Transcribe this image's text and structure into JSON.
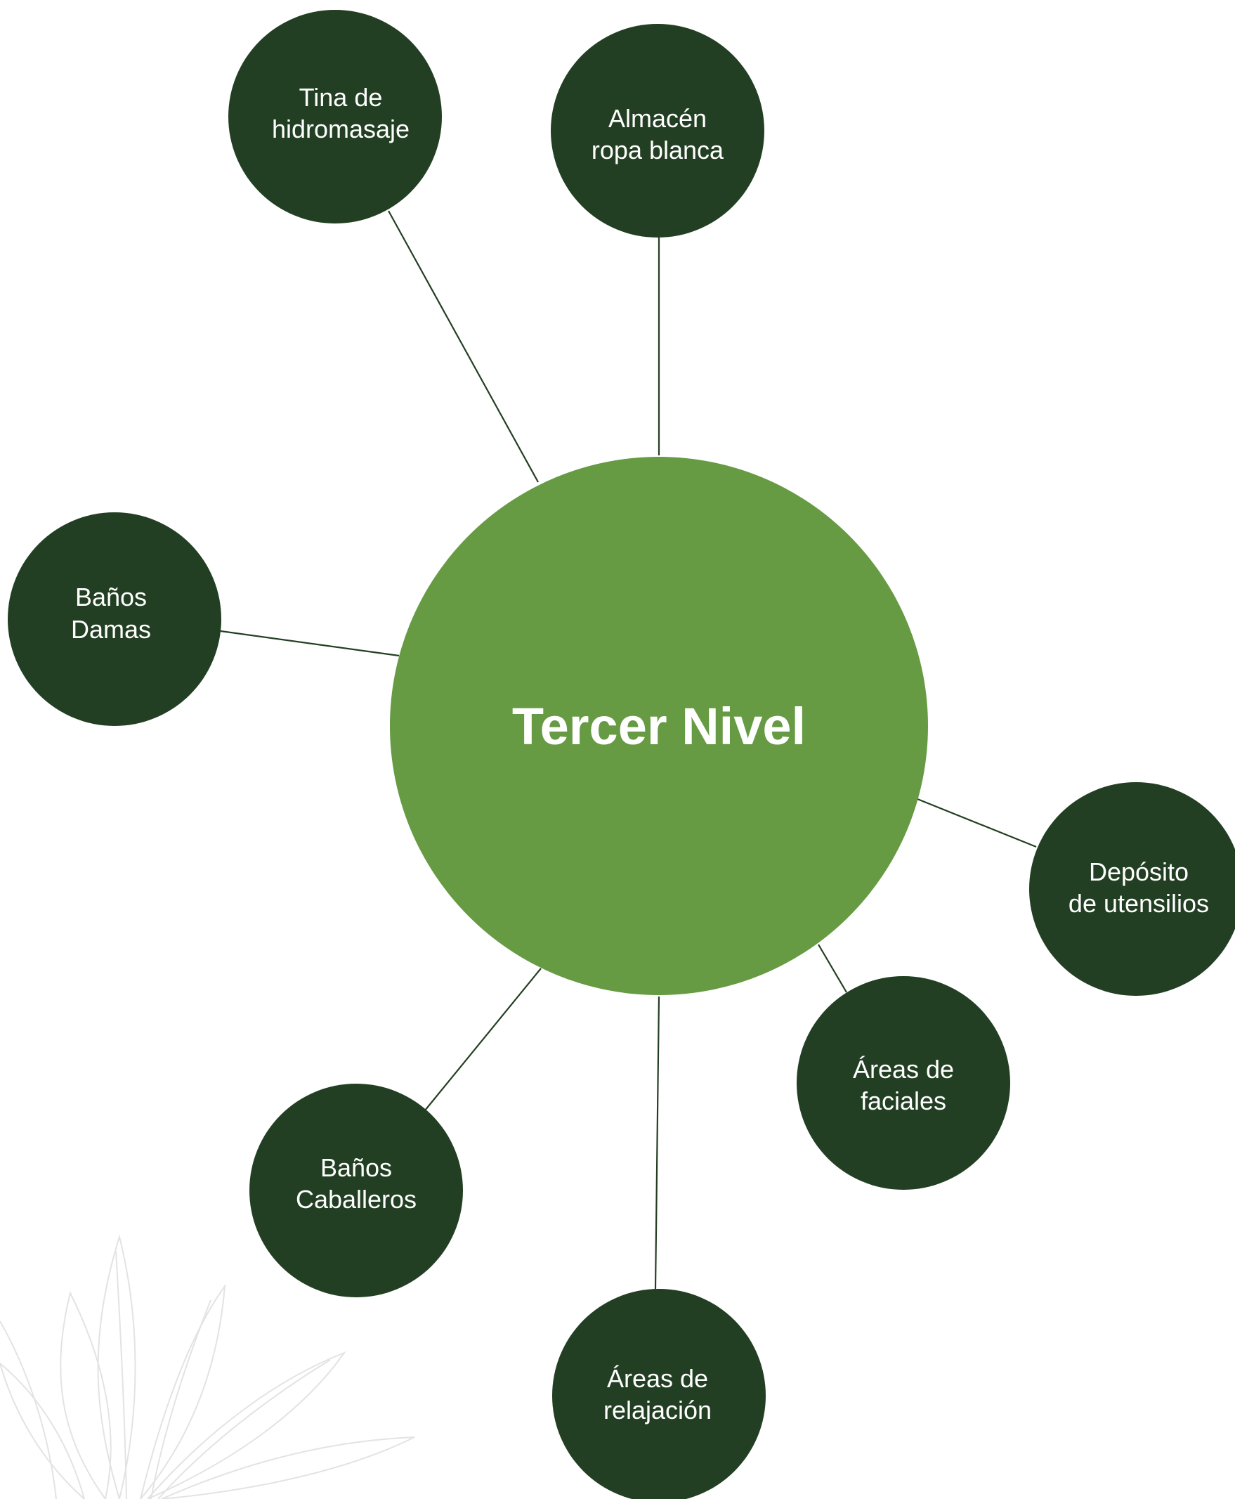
{
  "center": {
    "label": "Tercer Nivel",
    "color": "#669a43"
  },
  "node_color": "#233f23",
  "line_color": "#233f23",
  "nodes": [
    {
      "id": "tina-de-hidromasaje",
      "lines": [
        "Tina de",
        "hidromasaje"
      ]
    },
    {
      "id": "almacen-ropa-blanca",
      "lines": [
        "Almacén",
        "ropa blanca"
      ]
    },
    {
      "id": "banos-damas",
      "lines": [
        "Baños",
        "Damas"
      ]
    },
    {
      "id": "deposito-de-utensilios",
      "lines": [
        "Depósito",
        "de utensilios"
      ]
    },
    {
      "id": "areas-de-faciales",
      "lines": [
        "Áreas de",
        "faciales"
      ]
    },
    {
      "id": "banos-caballeros",
      "lines": [
        "Baños",
        "Caballeros"
      ]
    },
    {
      "id": "areas-de-relajacion",
      "lines": [
        "Áreas de",
        "relajación"
      ]
    }
  ],
  "decoration": {
    "icon": "botanical-leaves-illustration"
  }
}
